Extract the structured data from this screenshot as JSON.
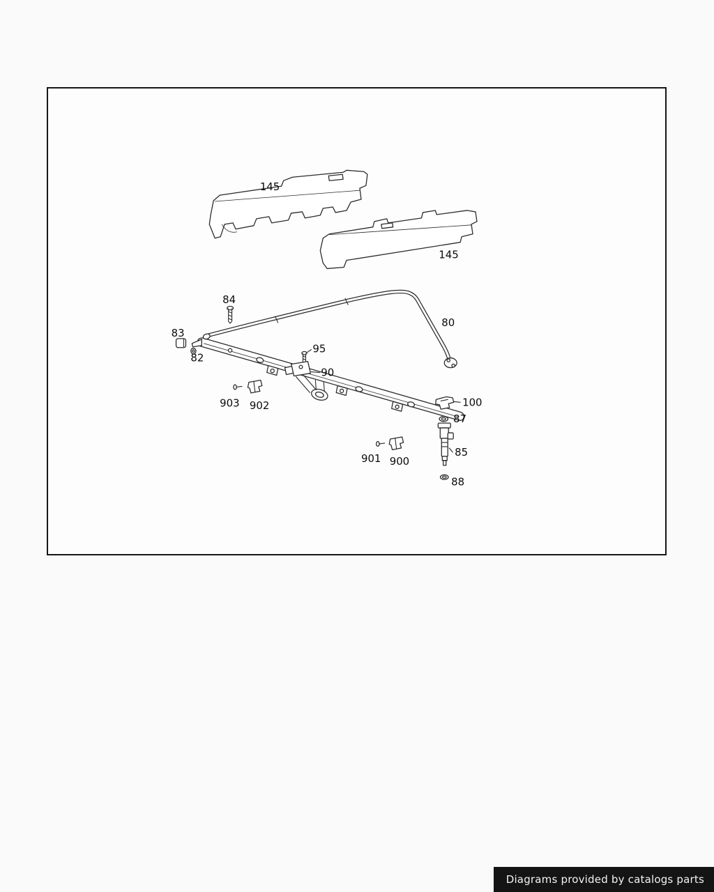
{
  "page": {
    "background_color": "#fafafa"
  },
  "frame": {
    "border_color": "#161616",
    "background_color": "#fdfdfd"
  },
  "diagram": {
    "description": "Exploded parts diagram: fuel rail with covers, fuel line, injector and seals",
    "labels": {
      "cover_top": "145",
      "cover_bottom": "145",
      "screw": "84",
      "fuel_line": "80",
      "cap": "83",
      "seal_small": "82",
      "sensor_screw": "95",
      "sensor": "90",
      "connector_pin_left": "903",
      "connector_left": "902",
      "clip": "100",
      "seal_upper": "87",
      "injector": "85",
      "connector_pin_right": "901",
      "connector_right": "900",
      "seal_lower": "88"
    }
  },
  "footer": {
    "text": "Diagrams provided by catalogs parts",
    "background_color": "#141414",
    "text_color": "#f2f2f2"
  }
}
